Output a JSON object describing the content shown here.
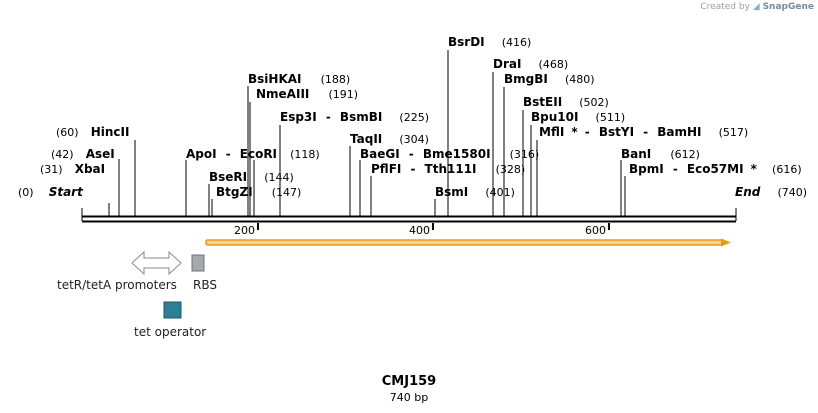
{
  "credit": {
    "prefix": "Created by",
    "brand": "SnapGene"
  },
  "map": {
    "name": "CMJ159",
    "length_label": "740 bp",
    "start_label": "Start",
    "start_pos": "(0)",
    "end_label": "End",
    "end_pos": "(740)",
    "ticks": [
      "200",
      "400",
      "600"
    ]
  },
  "sites": [
    {
      "name": "XbaI",
      "pos": "(31)"
    },
    {
      "name": "AseI",
      "pos": "(42)"
    },
    {
      "name": "HincII",
      "pos": "(60)"
    },
    {
      "name": "ApoI",
      "name2": "EcoRI",
      "pos": "(118)"
    },
    {
      "name": "BseRI",
      "pos": "(144)"
    },
    {
      "name": "BtgZI",
      "pos": "(147)"
    },
    {
      "name": "BsiHKAI",
      "pos": "(188)"
    },
    {
      "name": "NmeAIII",
      "pos": "(191)"
    },
    {
      "name": "Esp3I",
      "name2": "BsmBI",
      "pos": "(225)"
    },
    {
      "name": "TaqII",
      "pos": "(304)"
    },
    {
      "name": "BaeGI",
      "name2": "Bme1580I",
      "pos": "(316)"
    },
    {
      "name": "PflFI",
      "name2": "Tth111I",
      "pos": "(328)"
    },
    {
      "name": "BsmI",
      "pos": "(401)"
    },
    {
      "name": "BsrDI",
      "pos": "(416)"
    },
    {
      "name": "DraI",
      "pos": "(468)"
    },
    {
      "name": "BmgBI",
      "pos": "(480)"
    },
    {
      "name": "BstEII",
      "pos": "(502)"
    },
    {
      "name": "Bpu10I",
      "pos": "(511)"
    },
    {
      "name": "MflI",
      "name2": "BstYI",
      "name3": "BamHI",
      "mark": "*",
      "pos": "(517)"
    },
    {
      "name": "BanI",
      "pos": "(612)"
    },
    {
      "name": "BpmI",
      "name2": "Eco57MI",
      "mark2": "*",
      "pos": "(616)"
    }
  ],
  "features": [
    {
      "label": "tetR/tetA promoters",
      "type": "promoter"
    },
    {
      "label": "RBS",
      "type": "rbs",
      "color": "#a6a8ad"
    },
    {
      "label": "tet operator",
      "type": "operator",
      "color": "#2e7f95"
    }
  ],
  "colors": {
    "orf_fill": "#fbd38d",
    "orf_stroke": "#e69a1a",
    "backbone": "#000000"
  }
}
